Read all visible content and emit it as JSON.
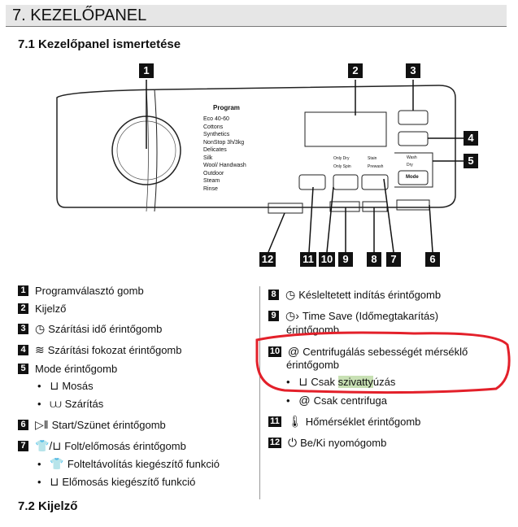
{
  "header": {
    "title": "7. KEZELŐPANEL"
  },
  "section71": {
    "title": "7.1 Kezelőpanel ismertetése"
  },
  "section72": {
    "title": "7.2 Kijelző"
  },
  "panel": {
    "program_title": "Program",
    "programs": [
      "Eco 40-60",
      "Cottons",
      "Synthetics",
      "NonStop 3h/3kg",
      "Delicates",
      "Silk",
      "Wool/ Handwash",
      "Outdoor",
      "Steam",
      "Rinse"
    ],
    "small_labels": {
      "only_dry": "Only Dry",
      "only_spin": "Only Spin",
      "stain": "Stain",
      "prewash": "Prewash",
      "wash": "Wash",
      "dry": "Dry",
      "mode": "Mode"
    },
    "callouts": [
      "1",
      "2",
      "3",
      "4",
      "5",
      "6",
      "7",
      "8",
      "9",
      "10",
      "11",
      "12"
    ]
  },
  "legend_left": [
    {
      "num": "1",
      "text": "Programválasztó gomb"
    },
    {
      "num": "2",
      "text": "Kijelző"
    },
    {
      "num": "3",
      "text": "Szárítási idő érintőgomb"
    },
    {
      "num": "4",
      "text": "Szárítási fokozat érintőgomb"
    },
    {
      "num": "5",
      "text": "Mode érintőgomb"
    },
    {
      "text": "Mosás"
    },
    {
      "text": "Szárítás"
    },
    {
      "num": "6",
      "text": "Start/Szünet érintőgomb"
    },
    {
      "num": "7",
      "text": "Folt/előmosás érintőgomb"
    },
    {
      "text": "Folteltávolítás kiegészítő funkció"
    },
    {
      "text": "Előmosás kiegészítő funkció"
    }
  ],
  "legend_right": [
    {
      "num": "8",
      "text": "Késleltetett indítás érintőgomb"
    },
    {
      "num": "9",
      "text": "Time Save (Időmegtakarítás)"
    },
    {
      "text": "érintőgomb"
    },
    {
      "num": "10",
      "text": "Centrifugálás sebességét mérséklő"
    },
    {
      "text": "érintőgomb"
    },
    {
      "pre": "Csak ",
      "hl": "szivatty",
      "post": "úzás"
    },
    {
      "text": "Csak centrifuga"
    },
    {
      "num": "11",
      "text": "Hőmérséklet érintőgomb"
    },
    {
      "num": "12",
      "text": "Be/Ki nyomógomb"
    }
  ]
}
